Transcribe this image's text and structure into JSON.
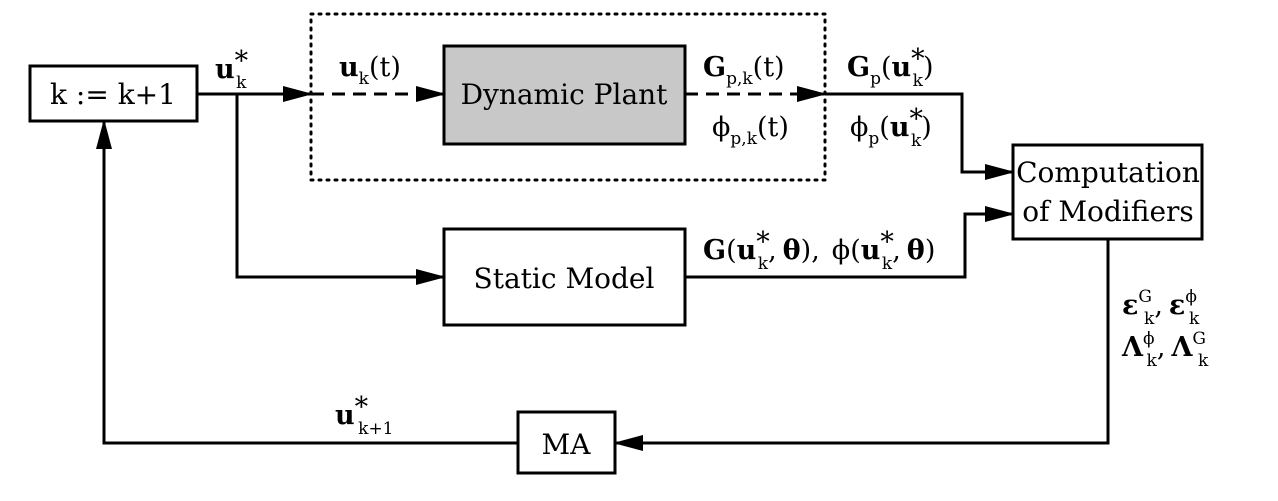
{
  "blocks": {
    "update": "k := k+1",
    "plant": "Dynamic Plant",
    "model": "Static Model",
    "modifiers_line1": "Computation",
    "modifiers_line2": "of Modifiers",
    "ma": "MA"
  },
  "signals": {
    "u_star": "u",
    "star": "*",
    "k": "k",
    "k_plus_1": "k+1",
    "u_plant": "u",
    "t_arg": "(t)",
    "G_bold": "G",
    "p": "p",
    "pk": "p,k",
    "phi": "ϕ",
    "open_paren": "(",
    "close_paren": ")",
    "theta": "θ",
    "comma": ",",
    "model_output_sep": "),",
    "eps": "ε",
    "Lambda": "Λ",
    "sup_G": "G",
    "sup_phi": "ϕ"
  }
}
